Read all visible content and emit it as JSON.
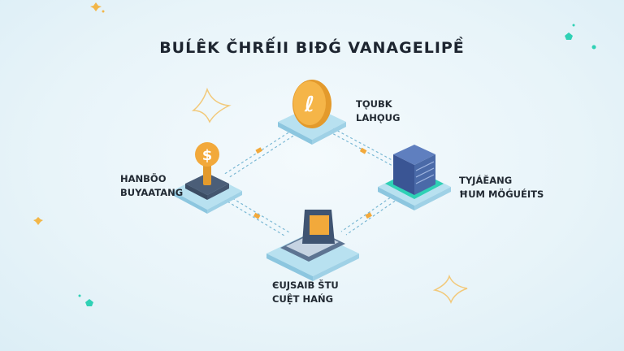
{
  "title": "BUĹÊK ČHRẾII BIĐǴ VANAGELIPỀ",
  "nodes": {
    "top": {
      "line1": "TǪUBK",
      "line2": "LAHǪUG"
    },
    "left": {
      "line1": "HANBÖO",
      "line2": "BUYAATANG"
    },
    "right": {
      "line1": "TYJÁĔANG",
      "line2": "ĦUM MÖǴUÉITS"
    },
    "bottom": {
      "line1": "ЄUJSAIB ŠTU",
      "line2": "CUỆT HAŃG"
    }
  },
  "colors": {
    "accent": "#f2a93b",
    "tile": "#a9d6ea",
    "server": "#4a6aa8",
    "teal": "#2fd1b5"
  }
}
